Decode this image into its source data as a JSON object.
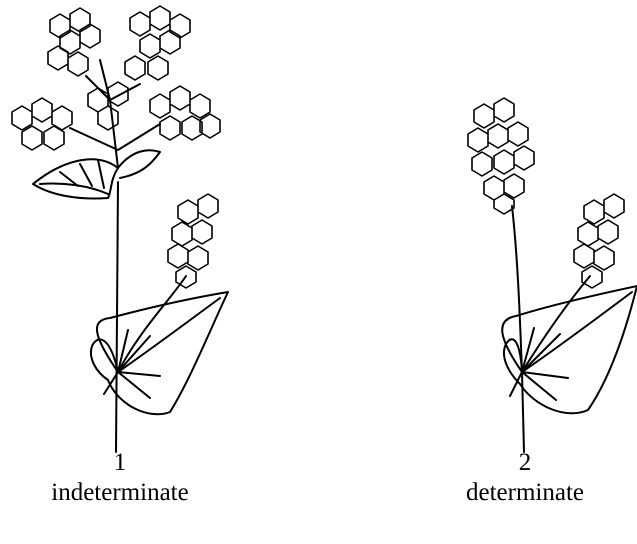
{
  "figures": [
    {
      "number": "1",
      "label": "indeterminate"
    },
    {
      "number": "2",
      "label": "determinate"
    }
  ],
  "colors": {
    "ink": "#000000",
    "paper": "#ffffff"
  }
}
